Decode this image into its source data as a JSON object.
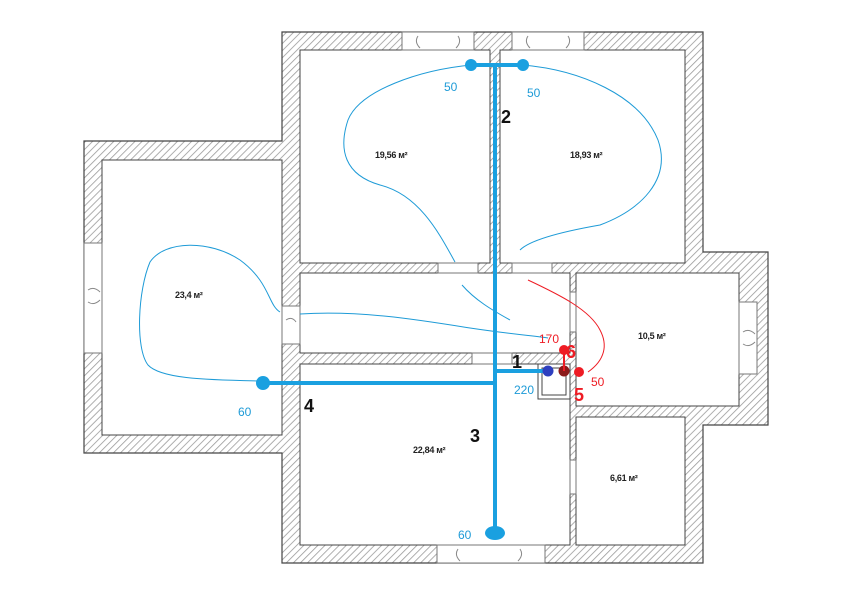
{
  "colors": {
    "wall_hatch": "#888888",
    "pipe": "#1aa0e0",
    "loop": "#1e9bd7",
    "red": "#ee1c24",
    "dark_red": "#8b1a1a",
    "collector": "#2e3fbf"
  },
  "rooms": [
    {
      "id": "nw",
      "area": "19,56 м²"
    },
    {
      "id": "ne",
      "area": "18,93 м²"
    },
    {
      "id": "west",
      "area": "23,4 м²"
    },
    {
      "id": "east",
      "area": "10,5 м²"
    },
    {
      "id": "south",
      "area": "22,84 м²"
    },
    {
      "id": "se",
      "area": "6,61 м²"
    }
  ],
  "labels": {
    "n1": "1",
    "n2": "2",
    "n3": "3",
    "n4": "4",
    "n5": "5",
    "n6": "6"
  },
  "lengths": {
    "nw_50": "50",
    "ne_50": "50",
    "west_60": "60",
    "south_60": "60",
    "main_220": "220",
    "red_170": "170",
    "red_50": "50"
  }
}
